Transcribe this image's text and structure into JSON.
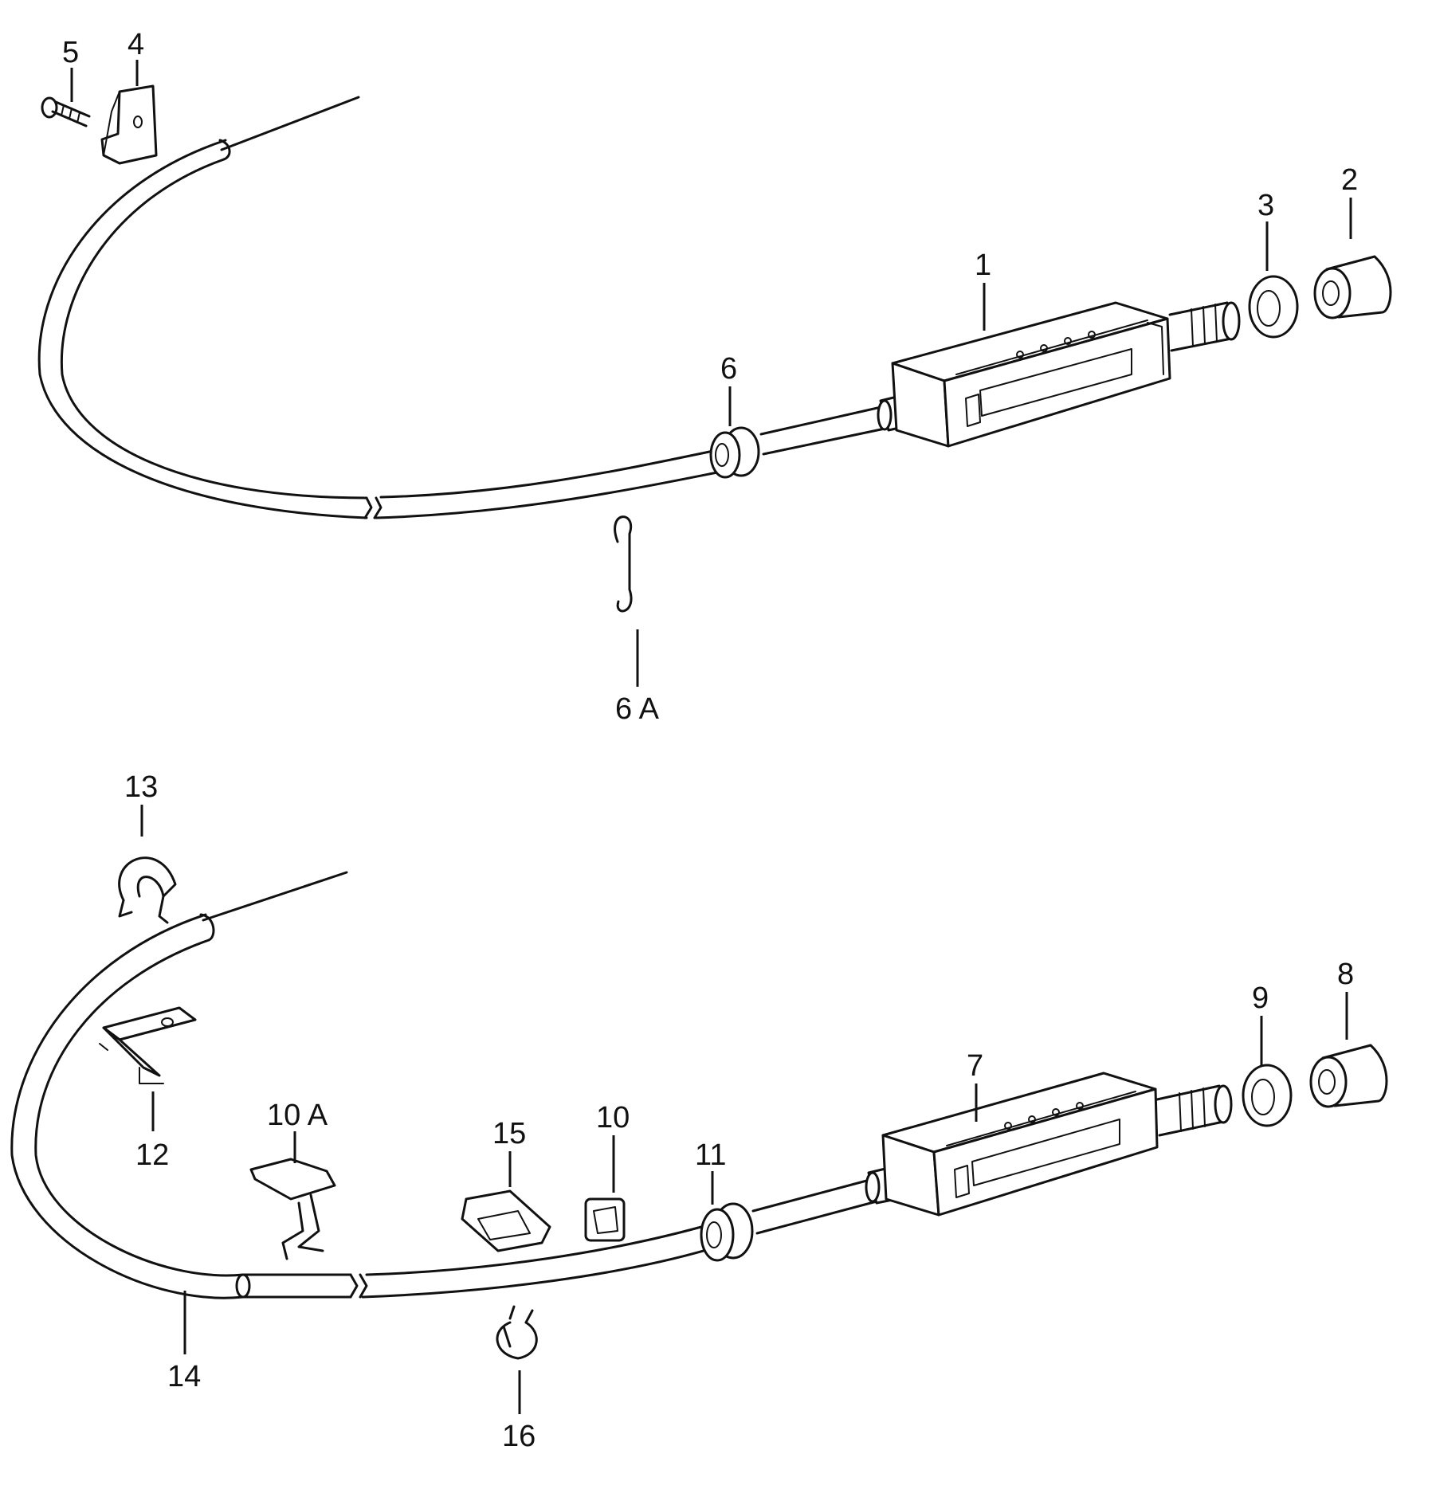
{
  "parts": [
    {
      "id": "part-1",
      "label": "1"
    },
    {
      "id": "part-2",
      "label": "2"
    },
    {
      "id": "part-3",
      "label": "3"
    },
    {
      "id": "part-4",
      "label": "4"
    },
    {
      "id": "part-5",
      "label": "5"
    },
    {
      "id": "part-6",
      "label": "6"
    },
    {
      "id": "part-6a",
      "label": "6 A"
    },
    {
      "id": "part-7",
      "label": "7"
    },
    {
      "id": "part-8",
      "label": "8"
    },
    {
      "id": "part-9",
      "label": "9"
    },
    {
      "id": "part-10",
      "label": "10"
    },
    {
      "id": "part-10a",
      "label": "10 A"
    },
    {
      "id": "part-11",
      "label": "11"
    },
    {
      "id": "part-12",
      "label": "12"
    },
    {
      "id": "part-13",
      "label": "13"
    },
    {
      "id": "part-14",
      "label": "14"
    },
    {
      "id": "part-15",
      "label": "15"
    },
    {
      "id": "part-16",
      "label": "16"
    }
  ]
}
